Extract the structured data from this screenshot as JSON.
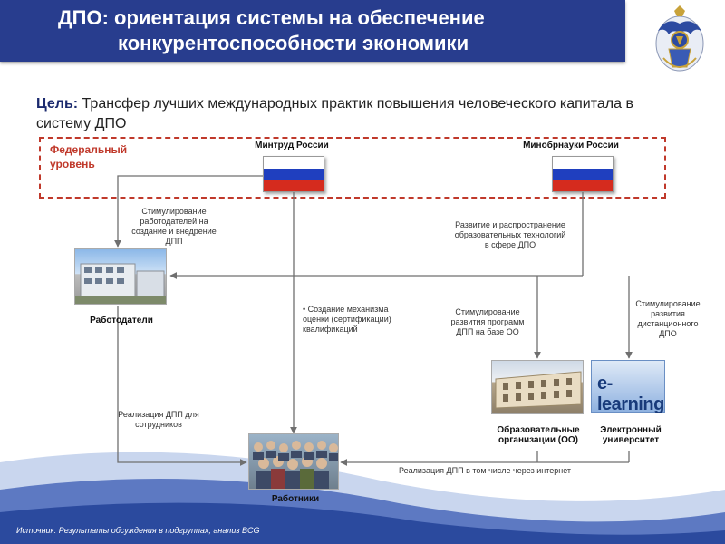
{
  "header": {
    "title_line1": "ДПО: ориентация системы на обеспечение",
    "title_line2": "конкурентоспособности экономики",
    "emblem_icon": "coat-of-arms-icon"
  },
  "goal": {
    "label": "Цель:",
    "text": " Трансфер лучших международных практик повышения человеческого капитала в систему ДПО"
  },
  "federal_level": {
    "label": "Федеральный уровень",
    "ministries": [
      {
        "name": "Минтруд России",
        "flag_icon": "russian-flag-icon"
      },
      {
        "name": "Минобрнауки России",
        "flag_icon": "russian-flag-icon"
      }
    ]
  },
  "notes": {
    "stimulate_employers": "Стимулирование работодателей на создание и внедрение ДПП",
    "tech_development": "Развитие и распространение образовательных технологий в сфере ДПО",
    "qualification": "Создание механизма оценки (сертификации) квалификаций",
    "stimulate_programs": "Стимулирование развития программ ДПП на базе ОО",
    "stimulate_distance": "Стимулирование развития дистанционного ДПО",
    "dpp_for_staff": "Реализация ДПП для сотрудников",
    "dpp_internet": "Реализация ДПП в том числе через интернет"
  },
  "nodes": {
    "employers": "Работодатели",
    "edu_orgs": "Образовательные организации (ОО)",
    "e_university": "Электронный университет",
    "workers": "Работники",
    "elearning_logo": "e-learning"
  },
  "footer": {
    "source": "Источник: Результаты обсуждения в подгруппах, анализ BCG"
  },
  "colors": {
    "title_bar": "#283d8e",
    "federal_border": "#c0392b",
    "line": "#6f6f6f",
    "wave": "#2b4a9e"
  }
}
